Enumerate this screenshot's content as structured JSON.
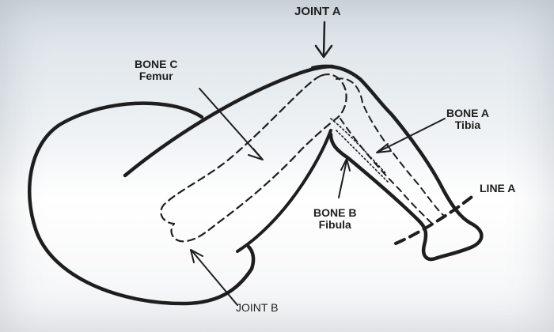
{
  "labels": {
    "joint_a": "JOINT A",
    "bone_c": {
      "name": "BONE C",
      "sub": "Femur"
    },
    "bone_a": {
      "name": "BONE A",
      "sub": "Tibia"
    },
    "line_a": "LINE A",
    "bone_b": {
      "name": "BONE B",
      "sub": "Fibula"
    },
    "joint_b": "JOINT B"
  },
  "colors": {
    "ink": "#1e1e1e",
    "paper": "#ffffff"
  }
}
